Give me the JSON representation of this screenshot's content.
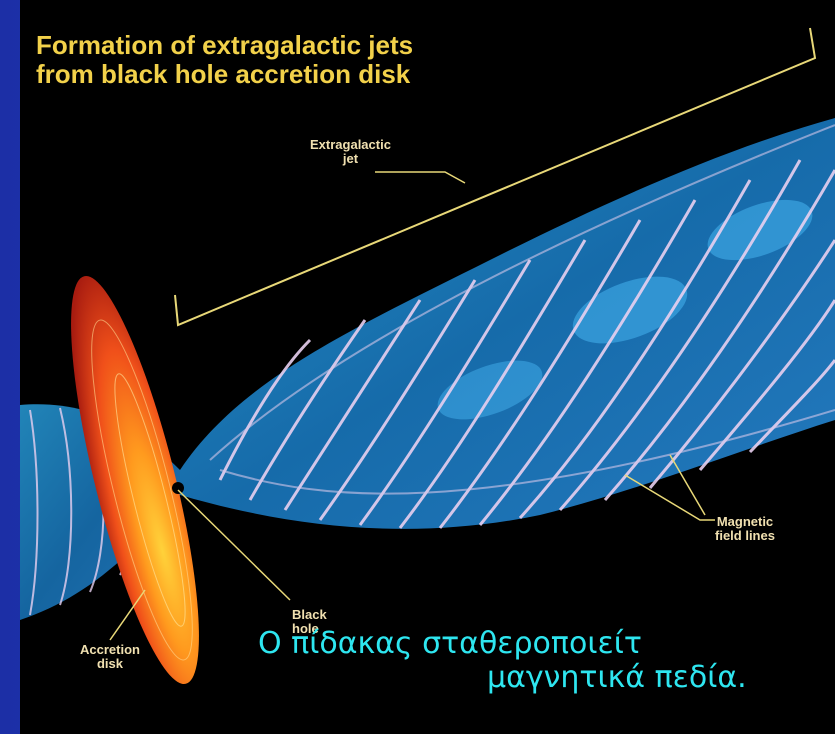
{
  "diagram": {
    "title_line1": "Formation of extragalactic jets",
    "title_line2": "from black hole accretion disk",
    "labels": {
      "jet_line1": "Extragalactic",
      "jet_line2": "jet",
      "magnetic_line1": "Magnetic",
      "magnetic_line2": "field lines",
      "black_hole_line1": "Black",
      "black_hole_line2": "hole",
      "accretion_line1": "Accretion",
      "accretion_line2": "disk"
    }
  },
  "caption": {
    "line1": "Ο πίδακας σταθεροποιείτ",
    "line2": "μαγνητικά πεδία."
  },
  "colors": {
    "title": "#f2d14a",
    "caption": "#2ee6f0",
    "jet": "#1f8fd8",
    "disk": "#ff6a1a"
  }
}
